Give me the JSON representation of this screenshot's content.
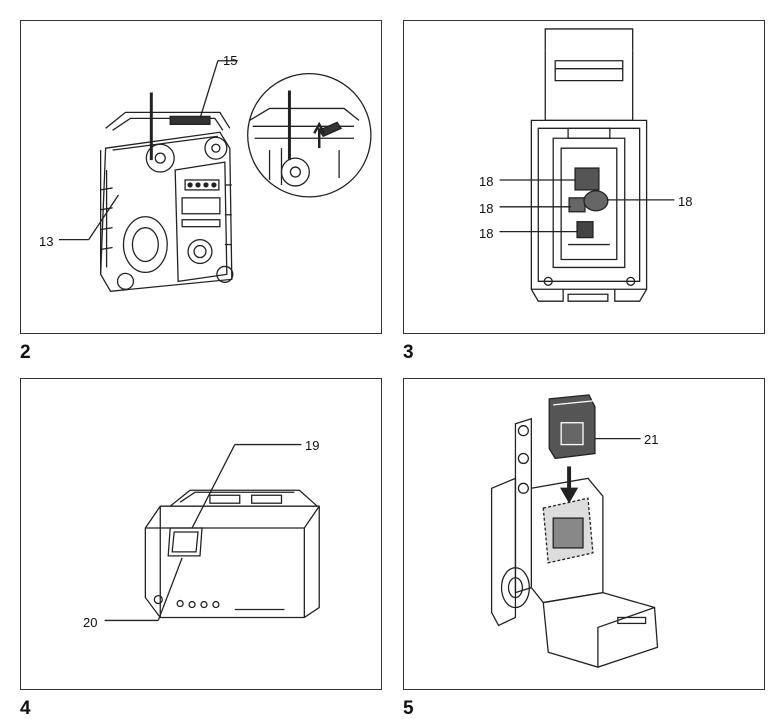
{
  "figures": [
    {
      "number": "2",
      "callouts": [
        "15",
        "13"
      ]
    },
    {
      "number": "3",
      "callouts": [
        "18",
        "18",
        "18",
        "18"
      ]
    },
    {
      "number": "4",
      "callouts": [
        "19",
        "20"
      ]
    },
    {
      "number": "5",
      "callouts": [
        "21"
      ]
    }
  ]
}
